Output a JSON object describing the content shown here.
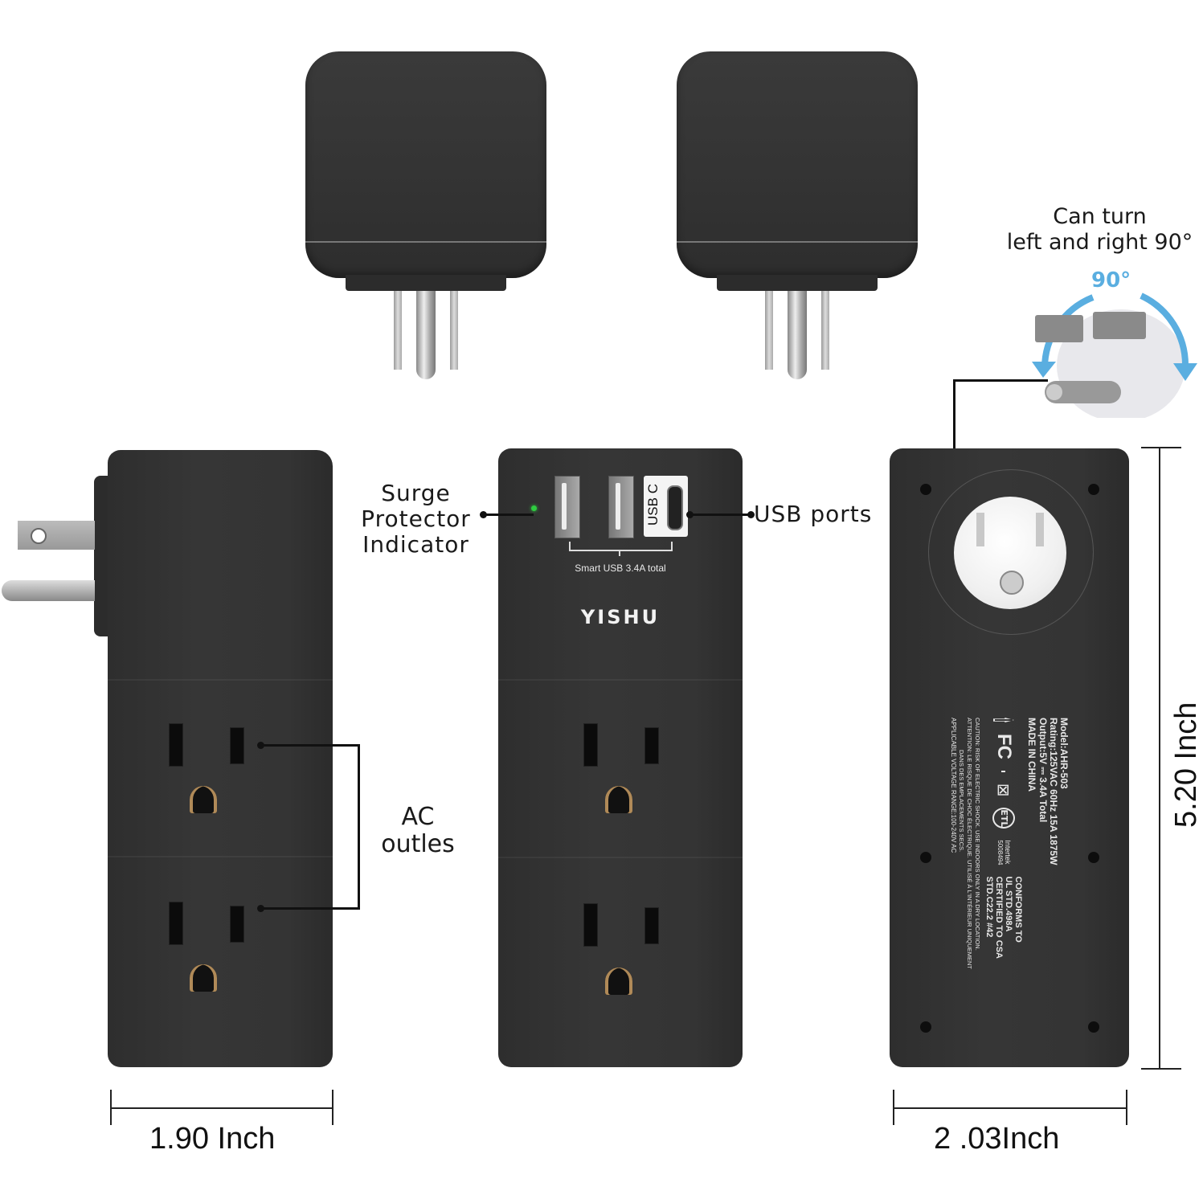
{
  "product": {
    "brand": "YISHU",
    "model": "Model:AHR-503"
  },
  "callouts": {
    "rotate_line1": "Can turn",
    "rotate_line2": "left and right 90°",
    "rotate_angle": "90°",
    "surge_line1": "Surge",
    "surge_line2": "Protector",
    "surge_line3": "Indicator",
    "usb_ports": "USB ports",
    "ac_line1": "AC",
    "ac_line2": "outles"
  },
  "front_panel": {
    "usb_c_label": "USB C",
    "usb_caption": "Smart USB 3.4A total",
    "indicator_color": "#2ecc40"
  },
  "dimensions": {
    "width_side": "1.90 Inch",
    "width_back": "2 .03Inch",
    "height": "5.20 Inch"
  },
  "spec_label": {
    "model": "Model:AHR-503",
    "rating": "Rating:125VAC 60Hz 15A 1875W",
    "output": "Output:5V ⎓ 3.4A Total",
    "origin": "MADE IN CHINA",
    "caution": "CAUTION: RISK OF ELECTRIC SHOCK. USE INDOORS ONLY IN A DRY LOCATION.",
    "attention": "ATTENTION: LE RISQUE DE CHOC ÉLECTRIQUE. UTILISÉ À L'INTÉRIEUR UNIQUEMENT",
    "attention2": "DANS DES EMPLACEMENTS SECS.",
    "voltage": "APPLICABLE VOLTAGE RANGE:100-240V AC",
    "cert1": "CONFORMS TO",
    "cert2": "UL STD.498A",
    "cert3": "CERTIFIED TO CSA",
    "cert4": "STD.C22.2 #42",
    "intertek": "Intertek",
    "intertek_no": "5008494",
    "fc": "FC"
  },
  "colors": {
    "body": "#333333",
    "accent_blue": "#5aaee0",
    "indicator": "#2ecc40"
  }
}
